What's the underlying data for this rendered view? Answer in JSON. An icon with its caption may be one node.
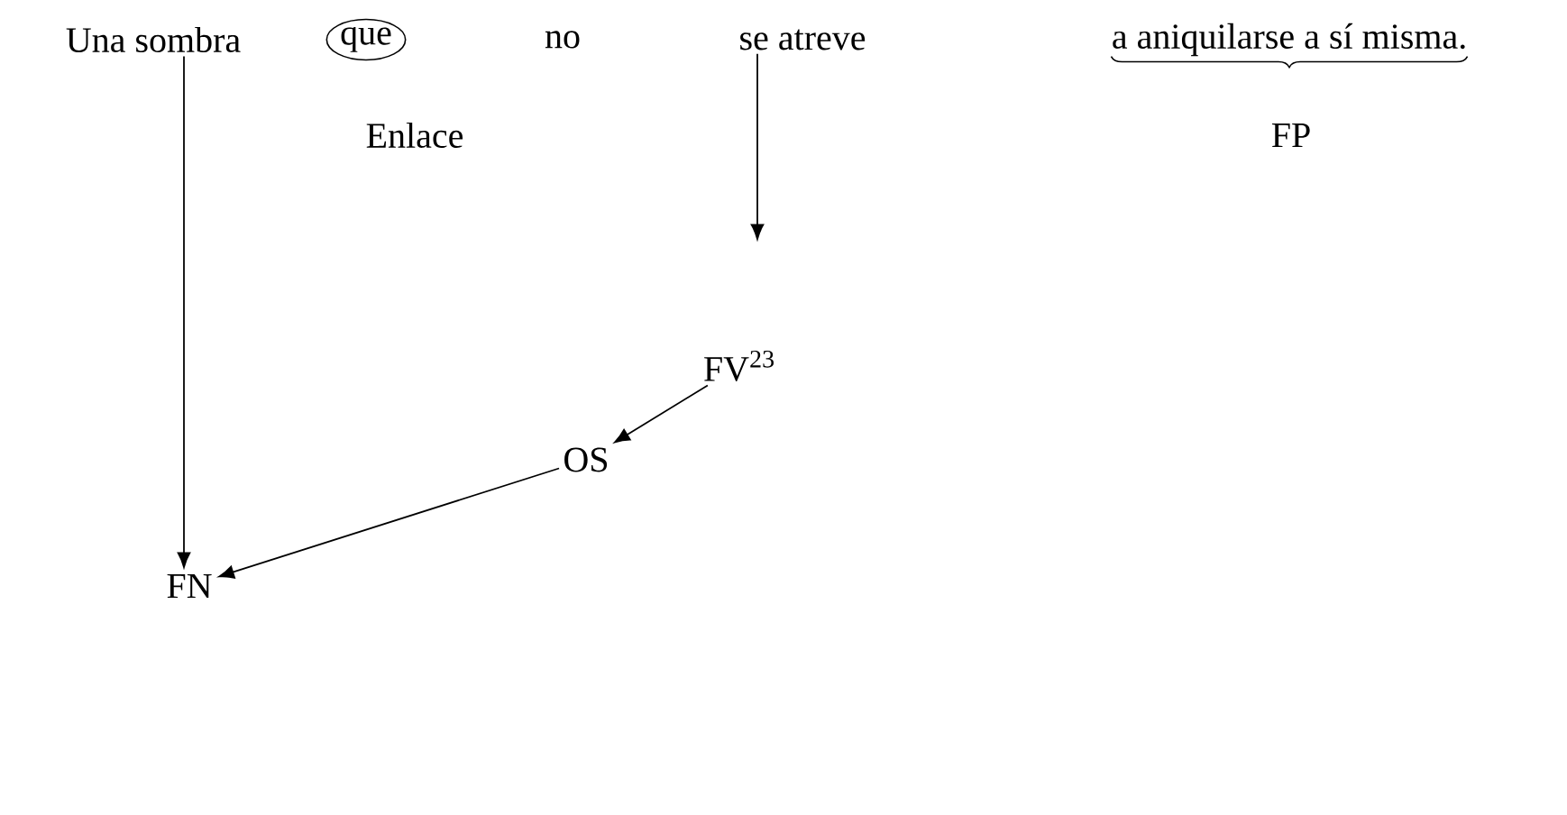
{
  "diagram": {
    "nodes": [
      {
        "text": [
          "Una sombra"
        ]
      },
      {
        "text": [
          "que"
        ],
        "beside": [
          "Enlace"
        ]
      },
      {
        "text": [
          "se atreve"
        ]
      },
      {
        "text": [
          "a aniquilarse a sí misma."
        ],
        "beside": [
          "FP"
        ]
      },
      {
        "text": [
          "FV$^{23}$"
        ]
      },
      {
        "text": [
          "OS"
        ]
      },
      {
        "text": [
          "FN"
        ]
      }
    ],
    "edges": [
      {
        "from": 0,
        "to": 6,
        "arrow": "to"
      },
      {
        "from": 2,
        "to": 4,
        "arrow": "to"
      },
      {
        "from": 4,
        "to": 5,
        "arrow": "to"
      },
      {
        "from": 5,
        "to": 6,
        "arrow": "to"
      }
    ],
    "labels": [
      "no"
    ]
  }
}
